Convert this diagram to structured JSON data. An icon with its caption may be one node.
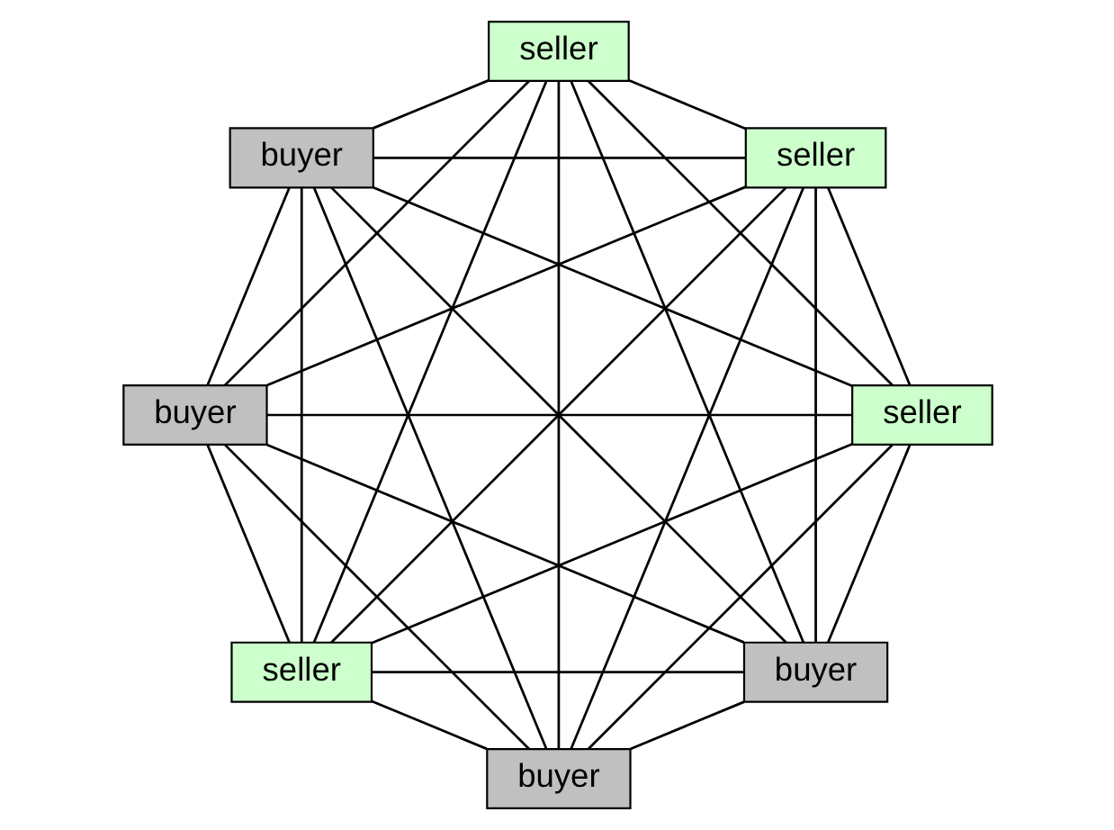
{
  "diagram": {
    "nodes": [
      {
        "text": [
          "buyer"
        ]
      },
      {
        "text": [
          "seller"
        ]
      },
      {
        "text": [
          "seller"
        ]
      },
      {
        "text": [
          "buyer"
        ]
      },
      {
        "text": [
          "buyer"
        ]
      },
      {
        "text": [
          "seller"
        ]
      },
      {
        "text": [
          "seller"
        ]
      },
      {
        "text": [
          "buyer"
        ]
      }
    ],
    "edges": [
      {
        "from": 0,
        "to": 1,
        "arrow": "none"
      },
      {
        "from": 0,
        "to": 2,
        "arrow": "none"
      },
      {
        "from": 0,
        "to": 3,
        "arrow": "none"
      },
      {
        "from": 0,
        "to": 4,
        "arrow": "none"
      },
      {
        "from": 0,
        "to": 5,
        "arrow": "none"
      },
      {
        "from": 0,
        "to": 6,
        "arrow": "none"
      },
      {
        "from": 0,
        "to": 7,
        "arrow": "none"
      },
      {
        "from": 1,
        "to": 2,
        "arrow": "none"
      },
      {
        "from": 1,
        "to": 3,
        "arrow": "none"
      },
      {
        "from": 1,
        "to": 4,
        "arrow": "none"
      },
      {
        "from": 1,
        "to": 5,
        "arrow": "none"
      },
      {
        "from": 1,
        "to": 6,
        "arrow": "none"
      },
      {
        "from": 1,
        "to": 7,
        "arrow": "none"
      },
      {
        "from": 2,
        "to": 3,
        "arrow": "none"
      },
      {
        "from": 2,
        "to": 4,
        "arrow": "none"
      },
      {
        "from": 2,
        "to": 5,
        "arrow": "none"
      },
      {
        "from": 2,
        "to": 6,
        "arrow": "none"
      },
      {
        "from": 2,
        "to": 7,
        "arrow": "none"
      },
      {
        "from": 3,
        "to": 4,
        "arrow": "none"
      },
      {
        "from": 3,
        "to": 5,
        "arrow": "none"
      },
      {
        "from": 3,
        "to": 6,
        "arrow": "none"
      },
      {
        "from": 3,
        "to": 7,
        "arrow": "none"
      },
      {
        "from": 4,
        "to": 5,
        "arrow": "none"
      },
      {
        "from": 4,
        "to": 6,
        "arrow": "none"
      },
      {
        "from": 4,
        "to": 7,
        "arrow": "none"
      },
      {
        "from": 5,
        "to": 6,
        "arrow": "none"
      },
      {
        "from": 5,
        "to": 7,
        "arrow": "none"
      },
      {
        "from": 6,
        "to": 7,
        "arrow": "none"
      }
    ]
  }
}
